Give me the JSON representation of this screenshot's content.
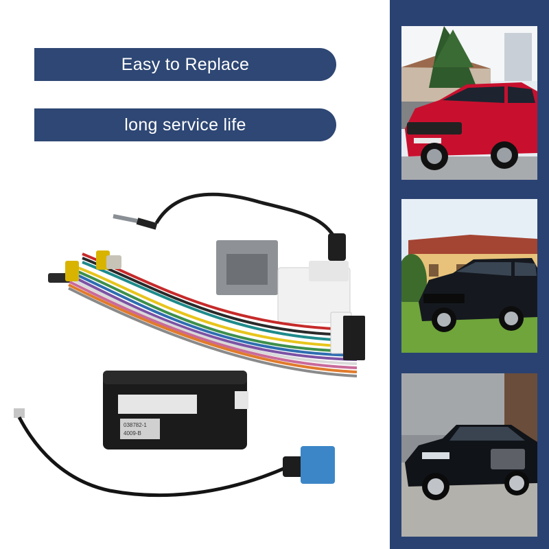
{
  "banners": {
    "top": "Easy to Replace",
    "bottom": "long service life"
  },
  "product": {
    "module_label_1": "038782-1",
    "module_label_2": "4009-B"
  },
  "colors": {
    "banner_bg": "#2e4774",
    "side_panel": "#2a4272",
    "car_red": "#c8102e",
    "car_black": "#15191f"
  }
}
